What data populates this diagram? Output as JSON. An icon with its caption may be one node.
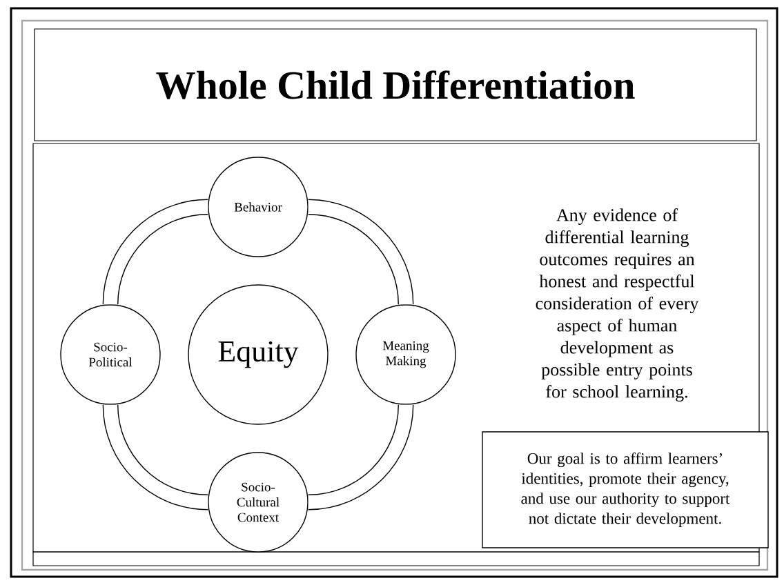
{
  "diagram": {
    "title": "Whole Child Differentiation",
    "nodes": [
      {
        "text": [
          "Behavior"
        ]
      },
      {
        "text": [
          "Socio-Political"
        ]
      },
      {
        "text": [
          "Equity"
        ]
      },
      {
        "text": [
          "Meaning Making"
        ]
      },
      {
        "text": [
          "Socio-Cultural Context"
        ]
      },
      {
        "text": [
          "Our goal is to affirm learners’ identities, promote their agency, and use our authority to support not dictate their development."
        ]
      }
    ],
    "edges": [
      {
        "from": 0,
        "to": 3,
        "arrow": "none"
      },
      {
        "from": 3,
        "to": 4,
        "arrow": "none"
      },
      {
        "from": 4,
        "to": 1,
        "arrow": "none"
      },
      {
        "from": 1,
        "to": 0,
        "arrow": "none"
      }
    ],
    "labels": [
      "Any evidence of differential learning outcomes requires an honest and respectful consideration of every aspect of human development as possible entry points for school learning."
    ]
  }
}
